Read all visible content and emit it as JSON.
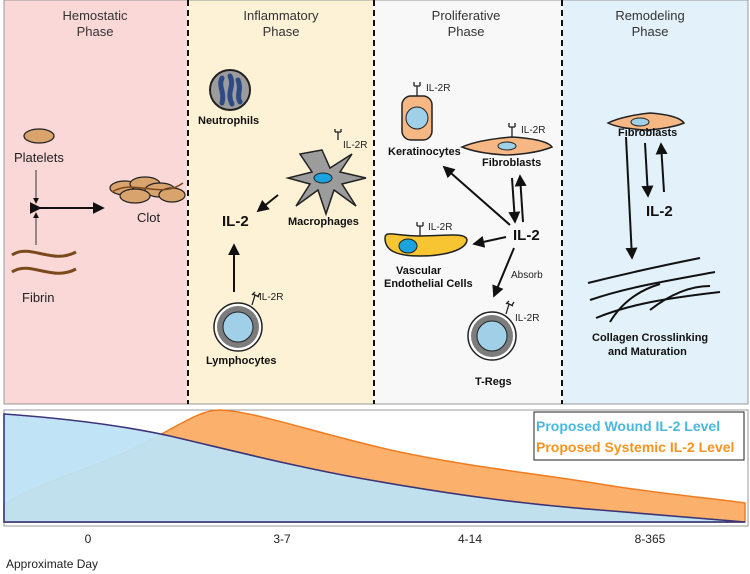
{
  "phases": [
    {
      "title_line1": "Hemostatic",
      "title_line2": "Phase",
      "color": "#fbd8d8"
    },
    {
      "title_line1": "Inflammatory",
      "title_line2": "Phase",
      "color": "#fdf1d6"
    },
    {
      "title_line1": "Proliferative",
      "title_line2": "Phase",
      "color": "#f8f8f8"
    },
    {
      "title_line1": "Remodeling",
      "title_line2": "Phase",
      "color": "#e3f1fb"
    }
  ],
  "labels": {
    "platelets": "Platelets",
    "fibrin": "Fibrin",
    "clot": "Clot",
    "neutrophils": "Neutrophils",
    "macrophages": "Macrophages",
    "il2_inflammatory": "IL-2",
    "lymphocytes": "Lymphocytes",
    "keratinocytes": "Keratinocytes",
    "fibroblasts_prolif": "Fibroblasts",
    "il2_prolif": "IL-2",
    "vascular_line1": "Vascular",
    "vascular_line2": "Endothelial Cells",
    "absorb": "Absorb",
    "tregs": "T-Regs",
    "fibroblasts_remod": "Fibroblasts",
    "il2_remod": "IL-2",
    "collagen_line1": "Collagen Crosslinking",
    "collagen_line2": "and Maturation",
    "il2r": "IL-2R"
  },
  "chart_data": {
    "type": "area",
    "categories": [
      "0",
      "3-7",
      "4-14",
      "8-365"
    ],
    "xlabel": "Approximate Day",
    "series": [
      {
        "name": "Proposed Wound IL-2 Level",
        "color": "#4ab8de",
        "fill": "#bde3f5",
        "line": "#3a3578"
      },
      {
        "name": "Proposed Systemic IL-2 Level",
        "color": "#f7941d",
        "fill": "#fbb06c",
        "line": "#f07c22"
      }
    ]
  },
  "colors": {
    "platelet": "#d9a36e",
    "fibrin": "#7b4a1c",
    "cell_blue": "#9fd0e8",
    "cell_ring": "#7c7c7c",
    "keratinocyte": "#f5b783",
    "fibroblast": "#f5b783",
    "endothelial": "#f7c531",
    "nucleus_bright": "#1aa3dd",
    "neutrophil": "#9c9c9c",
    "neutrophil_nucleus": "#2e4a86"
  }
}
